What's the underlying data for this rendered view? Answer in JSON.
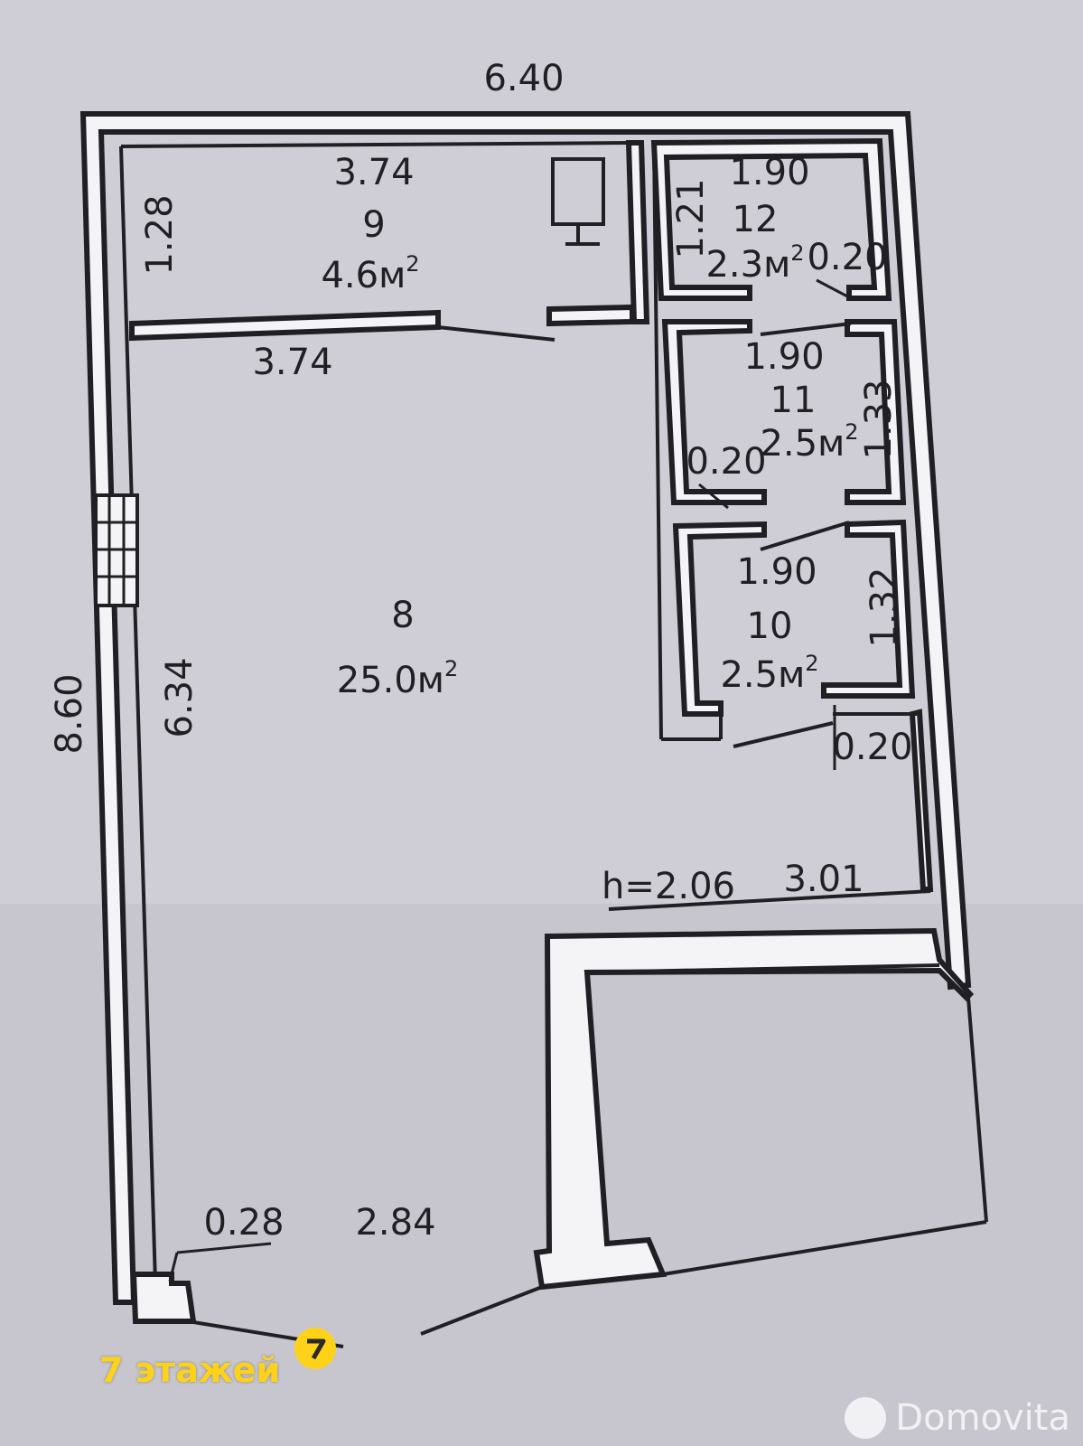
{
  "plan": {
    "overall_width": "6.40",
    "overall_height": "8.60",
    "ceiling_height": "h=2.06",
    "rooms": {
      "r8": {
        "number": "8",
        "area": "25.0м",
        "area_sup": "2"
      },
      "r9": {
        "number": "9",
        "area": "4.6м",
        "area_sup": "2",
        "width_top": "3.74",
        "width_bottom": "3.74",
        "depth": "1.28"
      },
      "r10": {
        "number": "10",
        "area": "2.5м",
        "area_sup": "2",
        "width": "1.90",
        "depth": "1.32"
      },
      "r11": {
        "number": "11",
        "area": "2.5м",
        "area_sup": "2",
        "width": "1.90",
        "depth": "1.33",
        "wall": "0.20"
      },
      "r12": {
        "number": "12",
        "area": "2.3м",
        "area_sup": "2",
        "width": "1.90",
        "depth": "1.21",
        "wall": "0.20"
      }
    },
    "left_wall_inner": "6.34",
    "right_corridor_wall": "0.20",
    "corridor_width": "3.01",
    "entrance_wall": "0.28",
    "entrance_width": "2.84"
  },
  "badge": {
    "label": "7 этажей",
    "icon": "floors-logo-icon"
  },
  "watermark": {
    "text": "Domovita",
    "icon": "domovita-logo-icon"
  },
  "colors": {
    "background": "#c9c8d0",
    "lines": "#1f1f24",
    "badge": "#ffd21a"
  }
}
